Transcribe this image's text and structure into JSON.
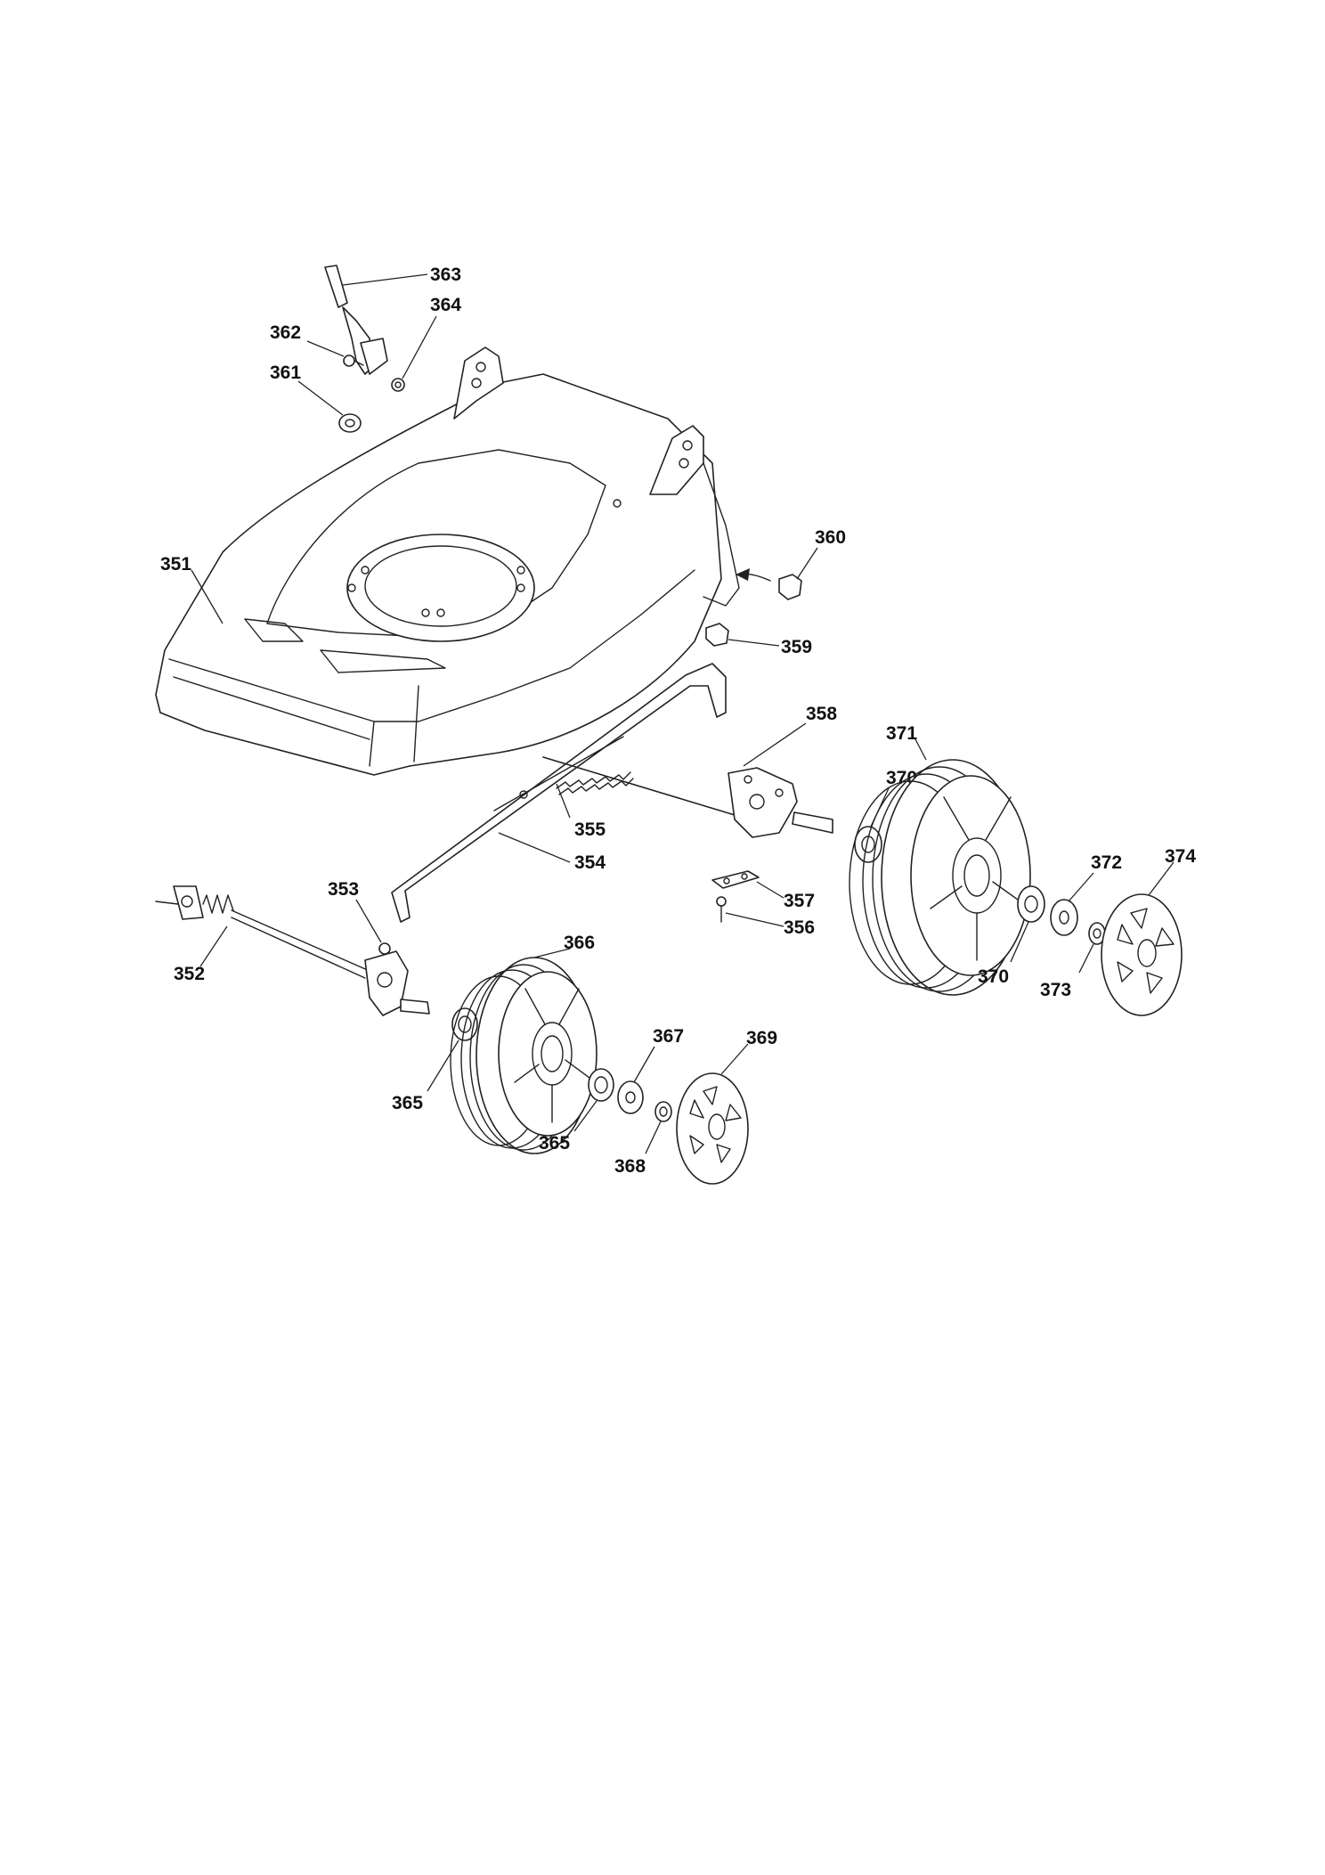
{
  "labels": {
    "p351": "351",
    "p352": "352",
    "p353": "353",
    "p354": "354",
    "p355": "355",
    "p356": "356",
    "p357": "357",
    "p358": "358",
    "p359": "359",
    "p360": "360",
    "p361": "361",
    "p362": "362",
    "p363": "363",
    "p364": "364",
    "p365a": "365",
    "p365b": "365",
    "p366": "366",
    "p367": "367",
    "p368": "368",
    "p369": "369",
    "p370a": "370",
    "p370b": "370",
    "p371": "371",
    "p372": "372",
    "p373": "373",
    "p374": "374"
  }
}
